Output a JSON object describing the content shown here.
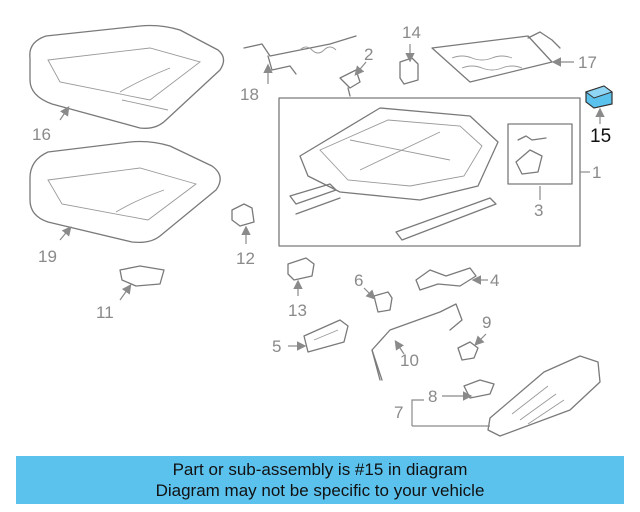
{
  "diagram": {
    "callouts": [
      {
        "id": "1",
        "label": "1"
      },
      {
        "id": "2",
        "label": "2"
      },
      {
        "id": "3",
        "label": "3"
      },
      {
        "id": "4",
        "label": "4"
      },
      {
        "id": "5",
        "label": "5"
      },
      {
        "id": "6",
        "label": "6"
      },
      {
        "id": "7",
        "label": "7"
      },
      {
        "id": "8",
        "label": "8"
      },
      {
        "id": "9",
        "label": "9"
      },
      {
        "id": "10",
        "label": "10"
      },
      {
        "id": "11",
        "label": "11"
      },
      {
        "id": "12",
        "label": "12"
      },
      {
        "id": "13",
        "label": "13"
      },
      {
        "id": "14",
        "label": "14"
      },
      {
        "id": "15",
        "label": "15"
      },
      {
        "id": "16",
        "label": "16"
      },
      {
        "id": "17",
        "label": "17"
      },
      {
        "id": "18",
        "label": "18"
      },
      {
        "id": "19",
        "label": "19"
      }
    ],
    "highlighted_part": "15",
    "highlight_color": "#5bc2ee",
    "line_color": "#7a7a7a"
  },
  "banner": {
    "line1": "Part or sub-assembly is #15 in diagram",
    "line2": "Diagram may not be specific to your vehicle",
    "background": "#5bc2ee"
  }
}
